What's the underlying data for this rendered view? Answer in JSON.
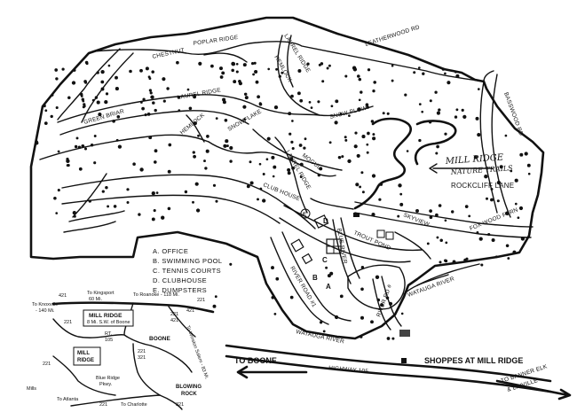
{
  "map": {
    "roads": {
      "poplar_ridge": "POPLAR RIDGE",
      "chestnut": "CHESTNUT",
      "laurel_ridge_upper": "LAUREL RIDGE",
      "hemlock_upper": "HEMLOCK",
      "laurel_ridge_mid": "LAUREL RIDGE",
      "green_briar": "GREEN BRIAR",
      "hemlock_lower": "HEMLOCK",
      "snowflake": "SNOWFLAKE",
      "snow_plow": "SNOW PLOW",
      "mogul": "MOGUL",
      "laurel_ridge_lower": "LAUREL RIDGE",
      "club_house": "CLUB HOUSE",
      "leatherwood_rd": "LEATHERWOOD RD",
      "basswood_rd": "BASSWOOD RD",
      "skyview": "SKYVIEW",
      "fox_wood_fern": "FOX WOOD FERN",
      "trout_pond": "TROUT POND",
      "river_road_1": "RIVER ROAD #1",
      "river_rd_2": "RIVER RD #",
      "blue_river": "BLUE RIVER",
      "watauga_river_1": "WATAUGA RIVER",
      "watauga_river_2": "WATAUGA RIVER",
      "highway_105": "HIGHWAY 105"
    },
    "trails": {
      "line1": "MILL RIDGE",
      "line2": "NATURE TRAILS",
      "line3": "ROCKCLIFF LANE"
    },
    "facility_marks": [
      "A",
      "B",
      "C",
      "D",
      "E"
    ],
    "legend": {
      "items": [
        "A. OFFICE",
        "B. SWIMMING POOL",
        "C. TENNIS COURTS",
        "D. CLUBHOUSE",
        "E. DUMPSTERS"
      ]
    },
    "bottom": {
      "to_boone": "TO BOONE",
      "shoppes": "SHOPPES AT MILL RIDGE",
      "to_banner_line1": "TO BANNER ELK",
      "to_banner_line2": "& LINVILLE"
    },
    "inset": {
      "n421_top": "421",
      "kingsport": "To Kingsport",
      "kingsport_dist": "60 Mi.",
      "knoxville": "To Knoxville",
      "knoxville_dist": "- 140 Mi.",
      "roanoke": "To Roanoke - 118 Mi.",
      "mill_ridge_box_1": "MILL RIDGE",
      "mill_ridge_box_2": "8 Mi. S.W. of Boone",
      "n221_left": "221",
      "n221_mid1": "221",
      "n421_mid": "421",
      "n421_right": "421",
      "n221_right_top": "221",
      "rt105": "RT.",
      "rt105_num": "105",
      "boone": "BOONE",
      "winston": "To Winston Salem - 83 Mi.",
      "mill_ridge_small": "MILL",
      "mill_ridge_small_2": "RIDGE",
      "n221_r": "221",
      "n321_r": "321",
      "n221_left_low": "221",
      "blue_ridge": "Blue Ridge",
      "pkwy": "Pkwy.",
      "blowing": "BLOWING",
      "rock": "ROCK",
      "to_atlanta": "To Atlanta",
      "n221_bottom": "221",
      "to_charlotte": "To Charlotte",
      "n321_bottom": "321",
      "mills": "Mills"
    }
  }
}
